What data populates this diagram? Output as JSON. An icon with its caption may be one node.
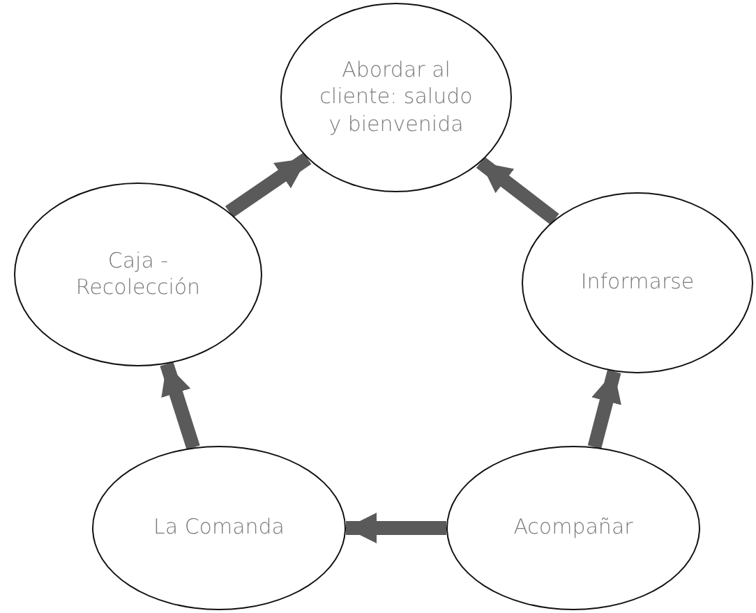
{
  "diagram": {
    "nodes": [
      {
        "text": [
          "Abordar al cliente: saludo y bienvenida"
        ]
      },
      {
        "text": [
          "Caja - Recolección"
        ]
      },
      {
        "text": [
          "Informarse"
        ]
      },
      {
        "text": [
          "La Comanda"
        ]
      },
      {
        "text": [
          "Acompañar"
        ]
      }
    ],
    "edges": [
      {
        "from": 1,
        "to": 0,
        "arrow": "to"
      },
      {
        "from": 2,
        "to": 0,
        "arrow": "to"
      },
      {
        "from": 3,
        "to": 1,
        "arrow": "to"
      },
      {
        "from": 4,
        "to": 2,
        "arrow": "to"
      },
      {
        "from": 4,
        "to": 3,
        "arrow": "to"
      }
    ]
  }
}
